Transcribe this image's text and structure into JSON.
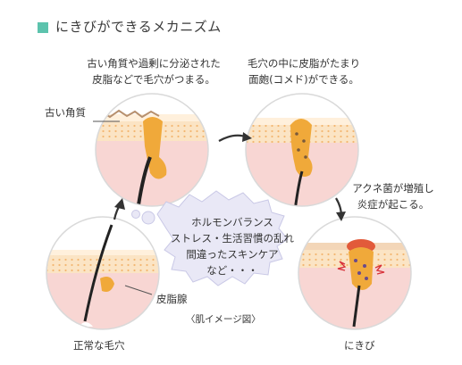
{
  "title": "にきびができるメカニズム",
  "steps": {
    "top_left": {
      "caption_lines": [
        "古い角質や過剰に分泌された",
        "皮脂などで毛穴がつまる。"
      ],
      "label": "古い角質"
    },
    "top_right": {
      "caption_lines": [
        "毛穴の中に皮脂がたまり",
        "面皰(コメド)ができる。"
      ]
    },
    "bottom_right": {
      "caption_lines": [
        "アクネ菌が増殖し",
        "炎症が起こる。"
      ],
      "label": "にきび"
    },
    "bottom_left": {
      "label": "正常な毛穴",
      "gland_label": "皮脂腺"
    }
  },
  "cause_bubble": {
    "lines": [
      "ホルモンバランス",
      "ストレス・生活習慣の乱れ",
      "間違ったスキンケア",
      "など・・・"
    ]
  },
  "footnote": "〈肌イメージ図〉",
  "colors": {
    "accent": "#5cc3ad",
    "skin_pink": "#f8d6d3",
    "epidermis": "#fbe7c8",
    "sebum": "#f0a93a",
    "bubble": "#e9e8f6"
  }
}
